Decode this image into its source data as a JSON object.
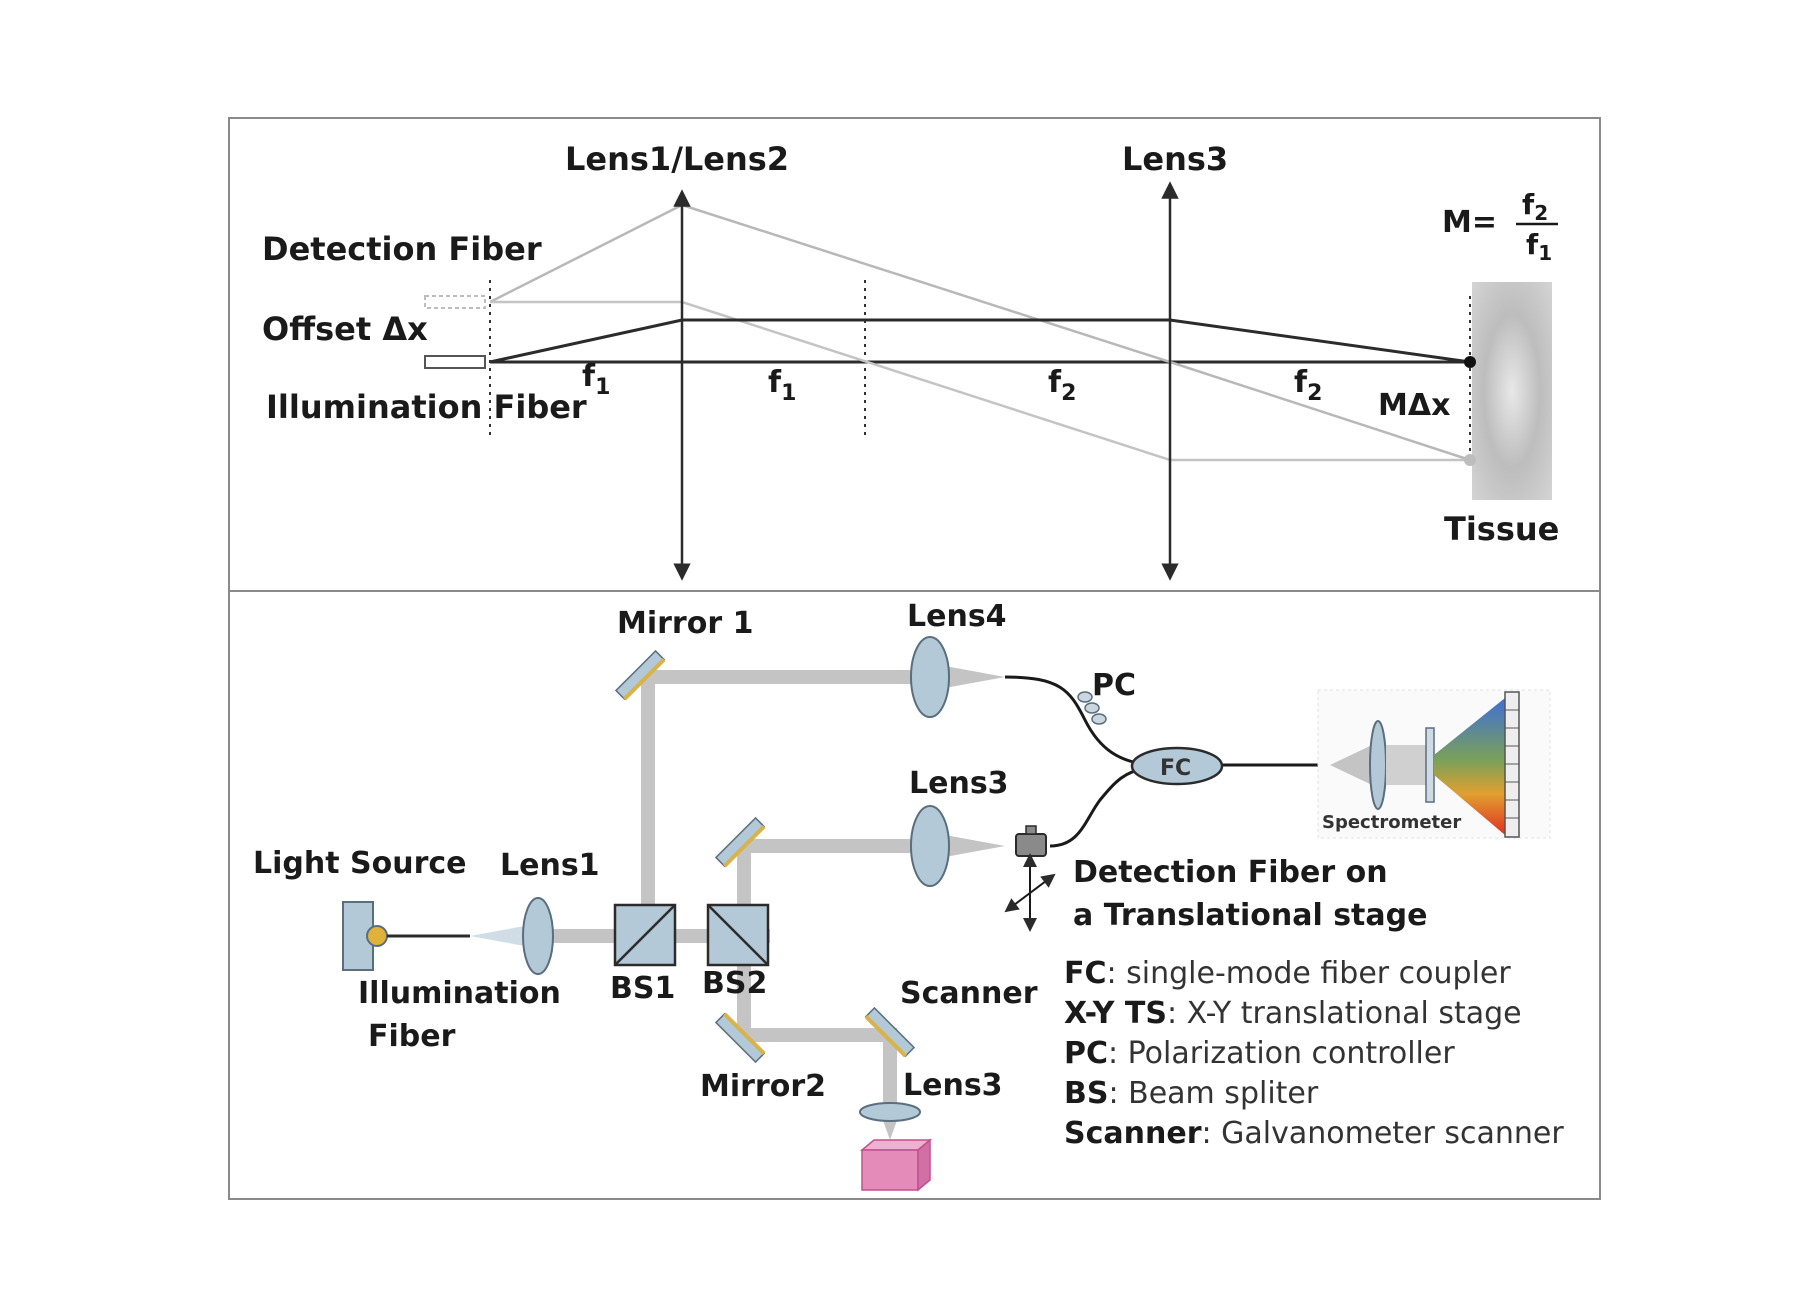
{
  "top_panel": {
    "lens12_label": "Lens1/Lens2",
    "lens3_label": "Lens3",
    "detection_fiber_label": "Detection Fiber",
    "offset_label": "Offset Δx",
    "illumination_fiber_label": "Illumination Fiber",
    "f1_a": "f",
    "f1_a_sub": "1",
    "f1_b": "f",
    "f1_b_sub": "1",
    "f2_a": "f",
    "f2_a_sub": "2",
    "f2_b": "f",
    "f2_b_sub": "2",
    "m_dx_label": "MΔx",
    "tissue_label": "Tissue",
    "magnification_lhs": "M=",
    "magnification_num": "f",
    "magnification_num_sub": "2",
    "magnification_den": "f",
    "magnification_den_sub": "1"
  },
  "bottom_panel": {
    "mirror1_label": "Mirror 1",
    "lens4_label": "Lens4",
    "pc_label": "PC",
    "fc_label": "FC",
    "lens3_upper_label": "Lens3",
    "spectrometer_label": "Spectrometer",
    "light_source_label": "Light Source",
    "lens1_label": "Lens1",
    "detection_stage_line1": "Detection Fiber on",
    "detection_stage_line2": "a Translational stage",
    "illumination_line1": "Illumination",
    "illumination_line2": "Fiber",
    "bs1_label": "BS1",
    "bs2_label": "BS2",
    "scanner_label": "Scanner",
    "mirror2_label": "Mirror2",
    "lens3_lower_label": "Lens3"
  },
  "legend": [
    {
      "key": "FC",
      "value": ": single-mode fiber coupler"
    },
    {
      "key": "X-Y TS",
      "value": ": X-Y translational stage"
    },
    {
      "key": "PC",
      "value": ": Polarization controller"
    },
    {
      "key": "BS",
      "value": ": Beam spliter"
    },
    {
      "key": "Scanner",
      "value": ": Galvanometer scanner"
    }
  ],
  "colors": {
    "frame": "#8a8a8a",
    "beam": "#c4c4c4",
    "optic_fill": "#b3c9d8",
    "optic_stroke": "#5a6e7e",
    "mirror_coat": "#d8b24a",
    "ray_dark": "#2b2b2b",
    "ray_light": "#b8b8b8",
    "tissue_pink": "#e58bb9"
  }
}
